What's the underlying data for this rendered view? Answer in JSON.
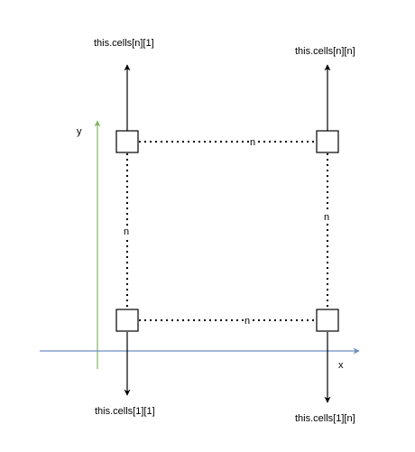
{
  "colors": {
    "x_axis": "#6c8ebf",
    "y_axis": "#82b366",
    "stroke": "#000000",
    "background": "#ffffff"
  },
  "axes": {
    "x_label": "x",
    "y_label": "y"
  },
  "cells": {
    "top_left": "this.cells[n][1]",
    "top_right": "this.cells[n][n]",
    "bottom_left": "this.cells[1][1]",
    "bottom_right": "this.cells[1][n]"
  },
  "edges": {
    "top": "n",
    "bottom": "n",
    "left": "n",
    "right": "n"
  }
}
